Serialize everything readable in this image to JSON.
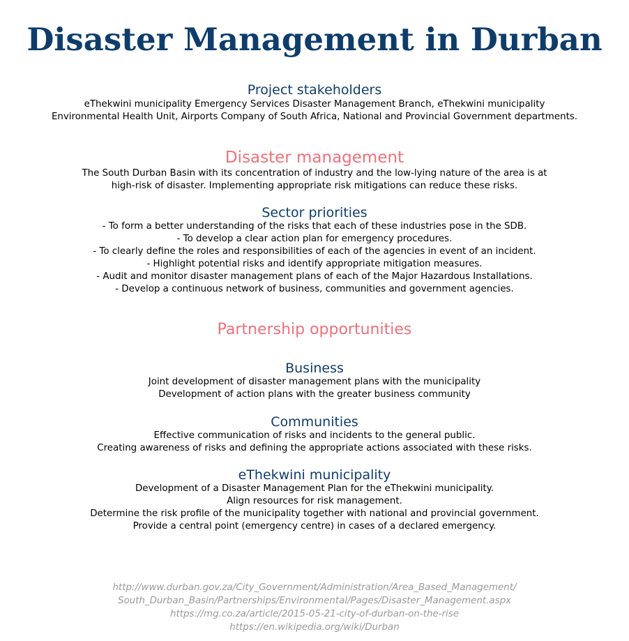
{
  "title": "Disaster Management in Durban",
  "stakeholders": {
    "heading": "Project stakeholders",
    "lines": [
      "eThekwini municipality Emergency Services Disaster Management Branch, eThekwini municipality",
      "Environmental Health Unit, Airports Company of South Africa, National and Provincial Government departments."
    ]
  },
  "disaster_management": {
    "heading": "Disaster management",
    "lines": [
      "The South Durban Basin with its concentration of industry and the low-lying nature of the area is at",
      "high-risk of disaster. Implementing appropriate risk mitigations can reduce these risks."
    ]
  },
  "sector_priorities": {
    "heading": "Sector priorities",
    "lines": [
      "- To form a better understanding of the risks that each of these industries pose in the SDB.",
      "- To develop a clear action plan for emergency procedures.",
      "- To clearly define the roles and responsibilities of each of the agencies in event of an incident.",
      "- Highlight potential risks and identify appropriate mitigation measures.",
      "- Audit and monitor disaster management plans of each of the Major Hazardous Installations.",
      "- Develop a continuous network of business, communities and government agencies."
    ]
  },
  "partnership": {
    "heading": "Partnership opportunities"
  },
  "business": {
    "heading": "Business",
    "lines": [
      "Joint development of disaster management plans with the municipality",
      "Development of action plans with the greater business community"
    ]
  },
  "communities": {
    "heading": "Communities",
    "lines": [
      "Effective communication of risks and incidents to the general public.",
      "Creating awareness of risks and defining the appropriate actions associated with these risks."
    ]
  },
  "ethekwini": {
    "heading": "eThekwini municipality",
    "lines": [
      "Development of a Disaster Management Plan for the eThekwini municipality.",
      "Align resources for risk management.",
      "Determine the risk profile of the municipality together with national and provincial government.",
      "Provide a central point (emergency centre) in cases of a declared emergency."
    ]
  },
  "sources": [
    "http://www.durban.gov.za/City_Government/Administration/Area_Based_Management/",
    "South_Durban_Basin/Partnerships/Environmental/Pages/Disaster_Management.aspx",
    "https://mg.co.za/article/2015-05-21-city-of-durban-on-the-rise",
    "https://en.wikipedia.org/wiki/Durban"
  ],
  "colors": {
    "title": "#0f3d6b",
    "section_heading": "#0f3d6b",
    "highlight_heading": "#f0707a",
    "body": "#000000",
    "sources": "#9a9a9a"
  }
}
